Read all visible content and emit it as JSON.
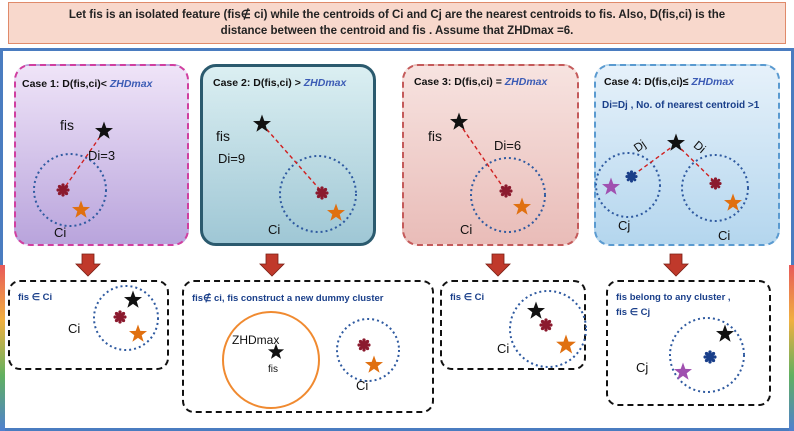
{
  "header": {
    "line1": "Let  fis is an isolated feature (fis∉ ci) while the centroids of  Ci  and Cj are  the nearest centroids to fis. Also, D(fis,ci) is  the",
    "line2": "distance between the centroid and fis . Assume that  ZHDmax =6."
  },
  "cases": [
    {
      "title": "Case 1: D(fis,ci)< ",
      "title_hl": "ZHDmax",
      "feature": "fis",
      "distance": "Di=3",
      "centroid": "Ci"
    },
    {
      "title": "Case 2: D(fis,ci) > ",
      "title_hl": "ZHDmax",
      "feature": "fis",
      "distance": "Di=9",
      "centroid": "Ci"
    },
    {
      "title": "Case 3: D(fis,ci) = ",
      "title_hl": "ZHDmax",
      "feature": "fis",
      "distance": "Di=6",
      "centroid": "Ci"
    },
    {
      "title": "Case 4: D(fis,ci)≤ ",
      "title_hl": "ZHDmax",
      "note": "Di=Dj , No. of nearest  centroid >1",
      "d_left": "Dj",
      "d_right": "Di",
      "centroid_left": "Cj",
      "centroid_right": "Ci"
    }
  ],
  "results": [
    {
      "text": "fis ∈ Ci",
      "centroid": "Ci"
    },
    {
      "text": "fis∉ ci, fis construct a new dummy cluster",
      "zhd": "ZHDmax",
      "feature": "fis",
      "centroid": "Ci"
    },
    {
      "text": "fis ∈ Ci",
      "centroid": "Ci"
    },
    {
      "text1": "fis belong to any cluster ,",
      "text2": "fis ∈ Cj",
      "centroid": "Cj"
    }
  ],
  "colors": {
    "feature_star": "#111111",
    "centroid": "#8b1a2e",
    "member_star": "#e07010",
    "case4_left_star": "#a050b0",
    "case4_left_centroid": "#1a3f8a",
    "arrow": "#c0392b",
    "ring": "#2f5aa0"
  }
}
